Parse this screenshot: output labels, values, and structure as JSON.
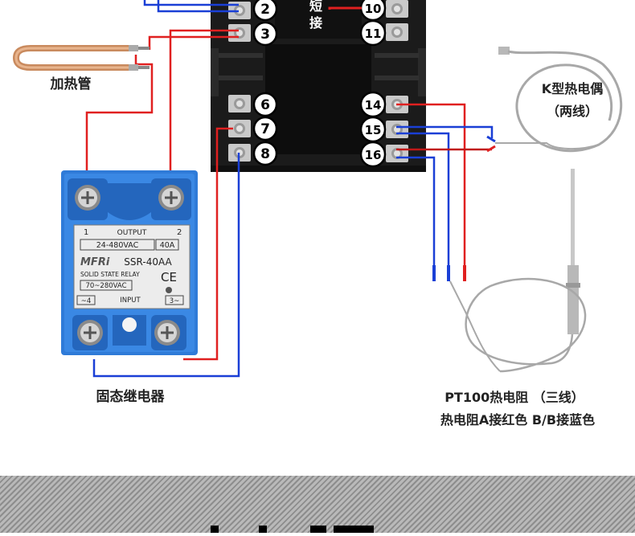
{
  "controller": {
    "terminals_left": [
      "2",
      "3",
      "6",
      "7",
      "8"
    ],
    "terminals_right": [
      "10",
      "11",
      "14",
      "15",
      "16"
    ],
    "short_label": "短\n接"
  },
  "heater": {
    "label": "加热管"
  },
  "ssr": {
    "label": "固态继电器",
    "terminal_1": "1",
    "output": "OUTPUT",
    "terminal_2": "2",
    "voltage_out": "24-480VAC",
    "current": "40A",
    "brand": "MFRi",
    "model": "SSR-40AA",
    "type": "SOLID STATE RELAY",
    "ce_mark": "CE",
    "voltage_in": "70~280VAC",
    "terminal_4": "~4",
    "input": "INPUT",
    "terminal_3": "3~"
  },
  "thermocouple": {
    "label_line1": "K型热电偶",
    "label_line2": "（两线）"
  },
  "pt100": {
    "label_line1": "PT100热电阻 （三线）",
    "label_line2": "热电阻A接红色  B/B接蓝色"
  },
  "colors": {
    "red_wire": "#e02020",
    "blue_wire": "#1a3fd6",
    "ssr_blue": "#2f7bd8",
    "controller": "#1b1b1b"
  }
}
